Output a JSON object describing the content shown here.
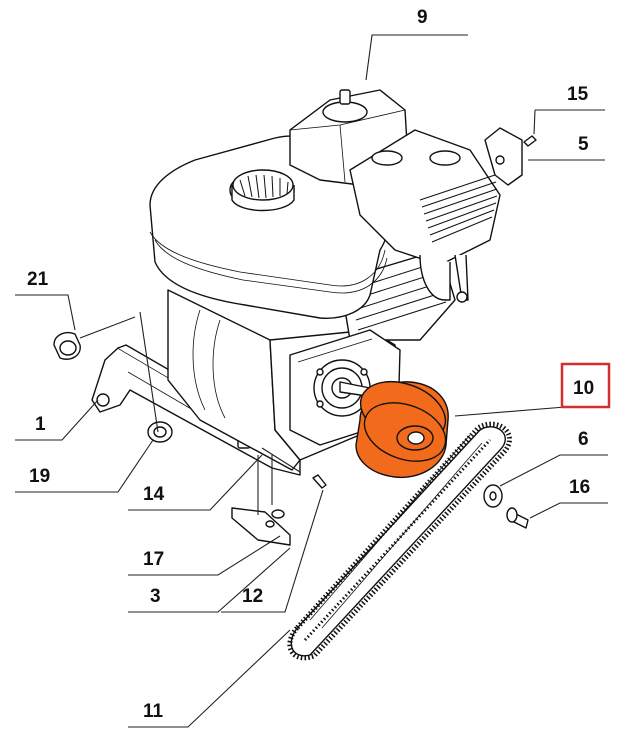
{
  "figure": {
    "callouts": [
      {
        "id": "c9",
        "label": "9"
      },
      {
        "id": "c15",
        "label": "15"
      },
      {
        "id": "c5",
        "label": "5"
      },
      {
        "id": "c21",
        "label": "21"
      },
      {
        "id": "c1",
        "label": "1"
      },
      {
        "id": "c19",
        "label": "19"
      },
      {
        "id": "c10",
        "label": "10",
        "highlighted": true
      },
      {
        "id": "c6",
        "label": "6"
      },
      {
        "id": "c16",
        "label": "16"
      },
      {
        "id": "c14",
        "label": "14"
      },
      {
        "id": "c17",
        "label": "17"
      },
      {
        "id": "c3",
        "label": "3"
      },
      {
        "id": "c12",
        "label": "12"
      },
      {
        "id": "c11",
        "label": "11"
      }
    ],
    "colors": {
      "highlight_part": "#f26a1b",
      "highlight_box": "#d32f2f",
      "line": "#111111"
    }
  }
}
